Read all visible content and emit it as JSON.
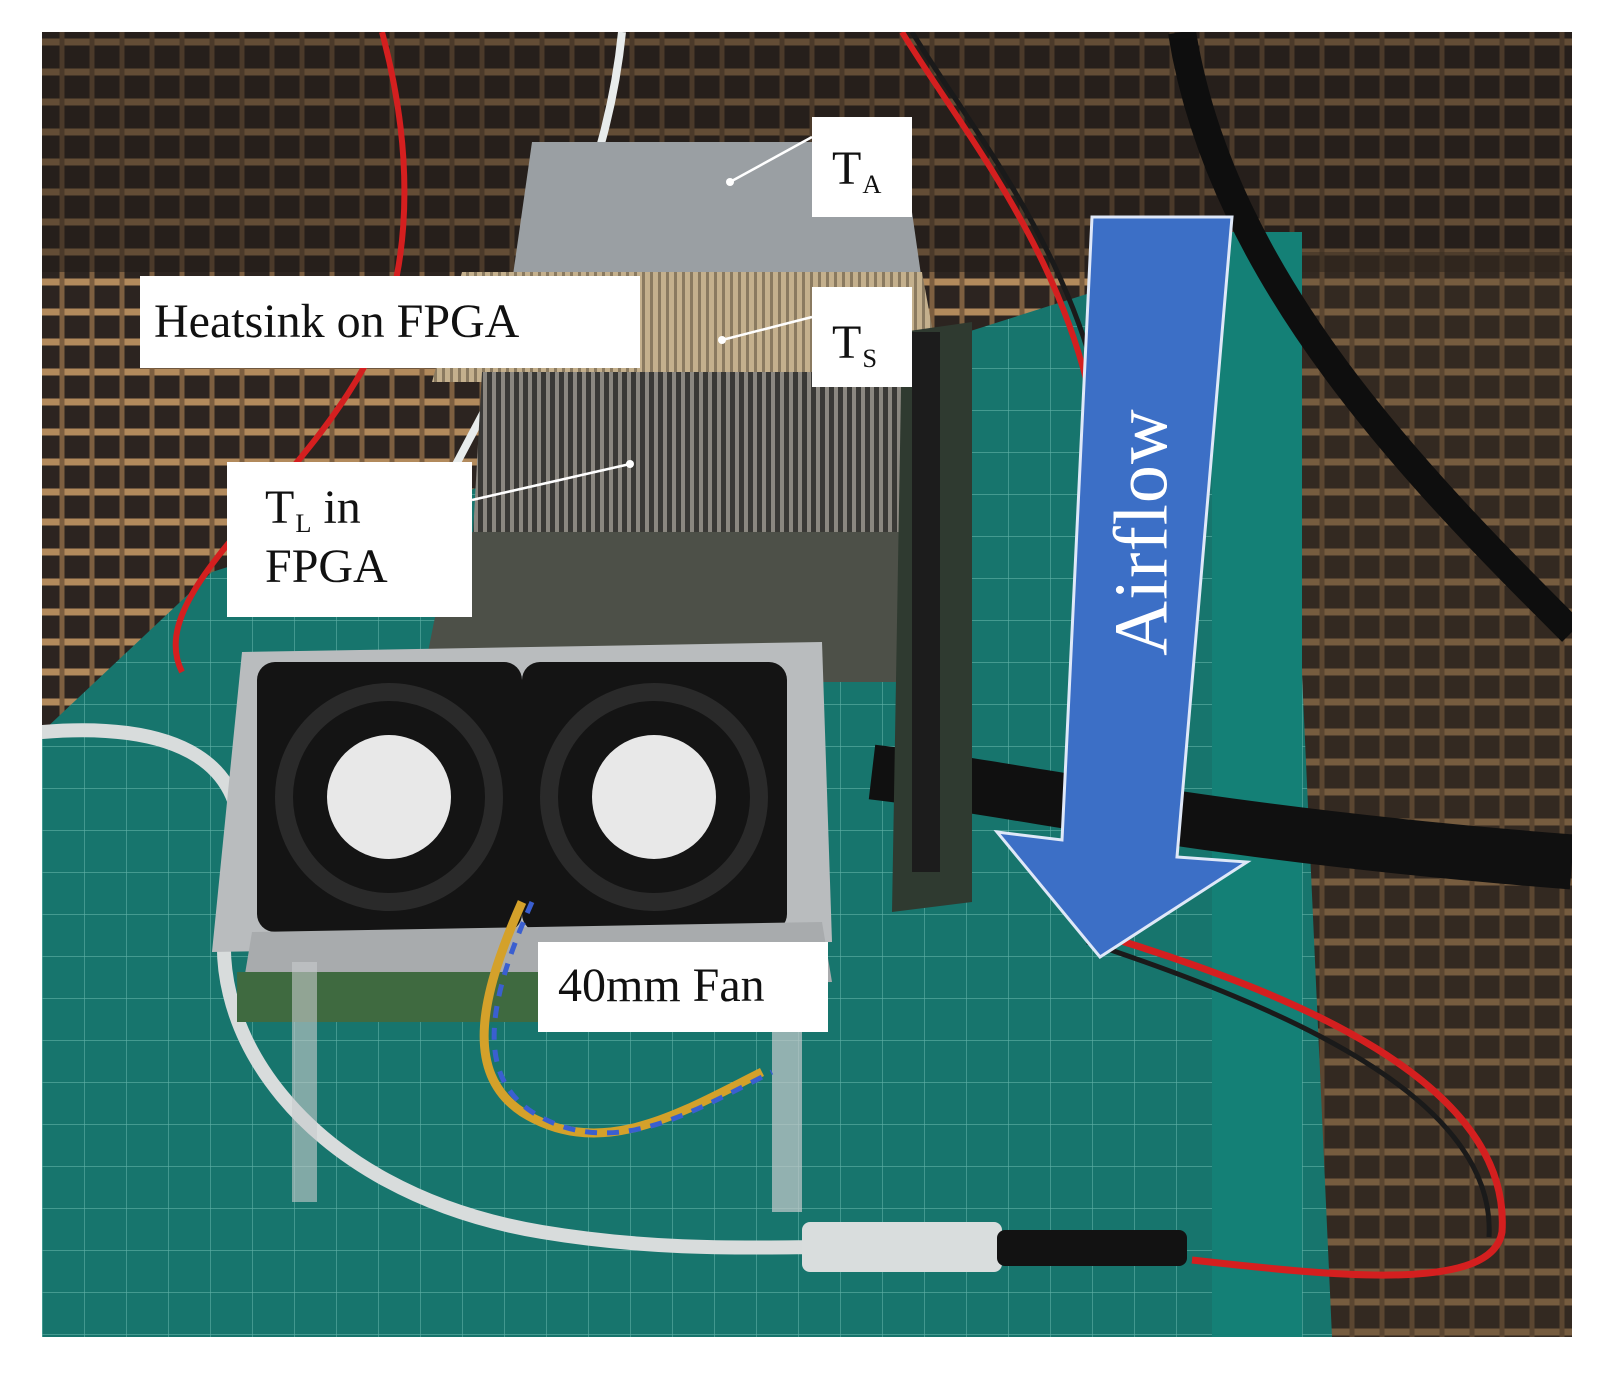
{
  "image": {
    "description_labels": {
      "t_a": {
        "main": "T",
        "sub": "A"
      },
      "t_s": {
        "main": "T",
        "sub": "S"
      },
      "heatsink": "Heatsink on FPGA",
      "t_l": {
        "main": "T",
        "sub": "L",
        "line1_rest": " in",
        "line2": "FPGA"
      },
      "fan": "40mm Fan",
      "airflow": "Airflow"
    },
    "colors": {
      "airflow_arrow": "#3c6fc6",
      "label_bg": "#ffffff",
      "cutting_mat": "#1a7f77",
      "rack": "#b28a5c",
      "wire_red": "#d41f1f"
    }
  }
}
